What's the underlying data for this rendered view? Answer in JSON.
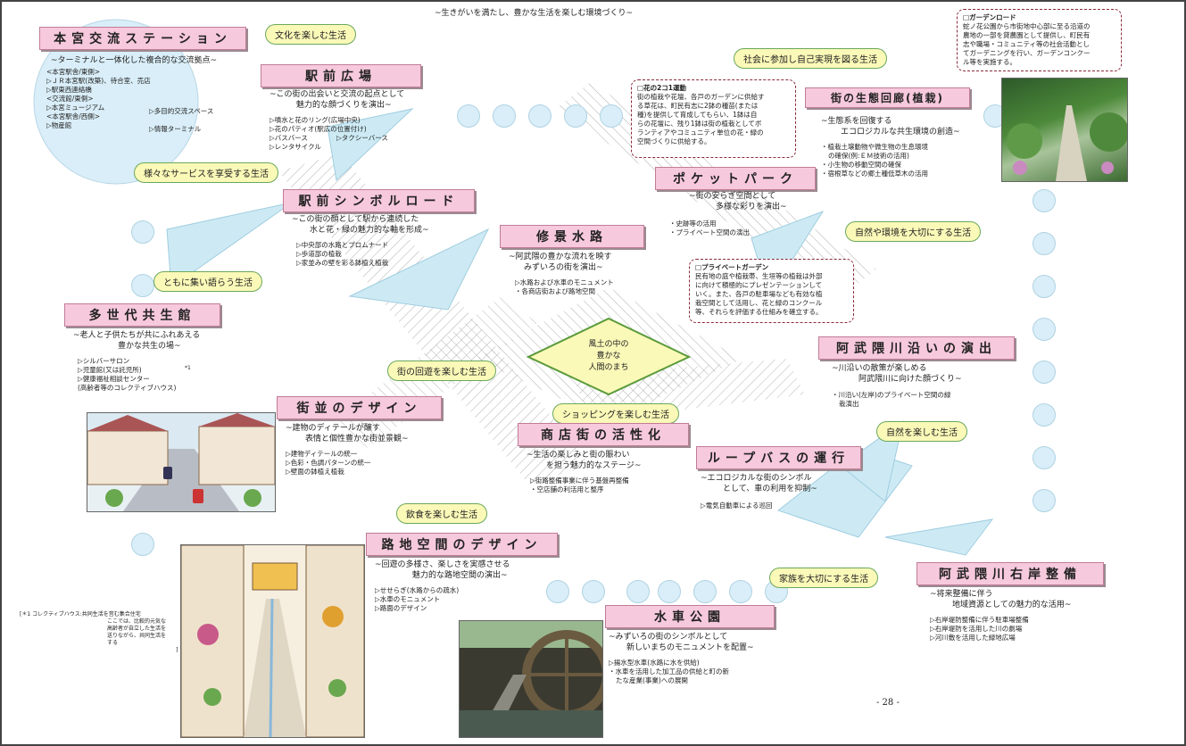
{
  "header": "~生きがいを満たし、豊かな生活を楽しむ環境づくり~",
  "page_number": "- 28 -",
  "center": {
    "line1": "風土の中の",
    "line2": "豊かな",
    "line3": "人間のまち"
  },
  "lifestyles": {
    "culture": "文化を楽しむ生活",
    "society": "社会に参加し自己実現を図る生活",
    "services": "様々なサービスを享受する生活",
    "nature_env": "自然や環境を大切にする生活",
    "gather": "ともに集い語らう生活",
    "stroll": "街の回遊を楽しむ生活",
    "shopping": "ショッピングを楽しむ生活",
    "enjoy_nature": "自然を楽しむ生活",
    "food": "飲食を楽しむ生活",
    "family": "家族を大切にする生活"
  },
  "sections": {
    "hongu": {
      "title": "本宮交流ステーション",
      "subtitle": "~ターミナルと一体化した複合的な交流拠点~",
      "items": [
        "<本宮駅舎/東側>",
        "▷ＪＲ本宮駅(改築)、待合室、売店",
        "▷駅東西連絡橋",
        "<交流館/東側>",
        "▷本宮ミュージアム",
        "<本宮駅舎/西側>",
        "▷物産館"
      ],
      "items_b": [
        "▷多目的交流スペース",
        "▷情報ターミナル"
      ]
    },
    "ekimae": {
      "title": "駅前広場",
      "subtitle1": "~この街の出会いと交流の起点として",
      "subtitle2": "魅力的な顔づくりを演出~",
      "items": [
        "▷噴水と花のリング(広場中央)",
        "▷花のパティオ(駅広の位置付け)",
        "▷バスバース",
        "▷レンタサイクル"
      ],
      "item_b": "▷タクシーバース"
    },
    "symbol": {
      "title": "駅前シンボルロード",
      "subtitle1": "~この街の顔として駅から連続した",
      "subtitle2": "水と花・緑の魅力的な軸を形成~",
      "items": [
        "▷中央部の水路とプロムナード",
        "▷歩道部の植栽",
        "▷家並みの壁を彩る鉢植え植栽"
      ]
    },
    "shukei": {
      "title": "修景水路",
      "subtitle1": "~阿武隈の豊かな流れを映す",
      "subtitle2": "みずいろの街を演出~",
      "items": [
        "▷水路および水車のモニュメント",
        "・各商店街および路地空間"
      ]
    },
    "pocket": {
      "title": "ポケットパーク",
      "subtitle1": "~街の安らぎ空間として",
      "subtitle2": "多様な彩りを演出~",
      "items": [
        "・史跡等の活用",
        "・プライベート空間の演出"
      ]
    },
    "ecology": {
      "title": "街の生態回廊(植栽)",
      "subtitle1": "~生態系を回復する",
      "subtitle2": "エコロジカルな共生環境の創造~",
      "items": [
        "・植栽土壌動物や微生物の生息環境",
        "の確保(例:ＥＭ技術の活用)",
        "・小生物の移動空間の確保",
        "・宿根草などの郷土種低草木の活用"
      ]
    },
    "tasedai": {
      "title": "多世代共生館",
      "subtitle1": "~老人と子供たちが共にふれあえる",
      "subtitle2": "豊かな共生の場~",
      "items": [
        "▷シルバーサロン",
        "▷児童館(又は託児所)",
        "▷健康福祉相談センター",
        "(高齢者等のコレクティブハウス)"
      ],
      "mark": "*1"
    },
    "machinami": {
      "title": "街並のデザイン",
      "subtitle1": "~建物のディテールが醸す",
      "subtitle2": "表情と個性豊かな街並景観~",
      "items": [
        "▷建物ディテールの統一",
        "▷色彩・色調パターンの統一",
        "▷壁面の鉢植え植栽"
      ]
    },
    "shotengai": {
      "title": "商店街の活性化",
      "subtitle1": "~生活の楽しみと街の賑わい",
      "subtitle2": "を担う魅力的なステージ~",
      "items": [
        "▷街路整備事業に伴う基盤再整備",
        "・空店舗の利活用と整序"
      ]
    },
    "loopbus": {
      "title": "ループバスの運行",
      "subtitle1": "~エコロジカルな街のシンボル",
      "subtitle2": "として、車の利用を抑制~",
      "items": [
        "▷電気自動車による巡回"
      ]
    },
    "abukuma": {
      "title": "阿武隈川沿いの演出",
      "subtitle1": "~川沿いの散策が楽しめる",
      "subtitle2": "阿武隈川に向けた顔づくり~",
      "items": [
        "・川沿い(左岸)のプライベート空間の緑",
        "栽演出"
      ]
    },
    "roji": {
      "title": "路地空間のデザイン",
      "subtitle1": "~回遊の多様さ、楽しさを実感させる",
      "subtitle2": "魅力的な路地空間の演出~",
      "items": [
        "▷せせらぎ(水路からの疏水)",
        "▷水車のモニュメント",
        "▷路面のデザイン"
      ]
    },
    "suisha": {
      "title": "水車公園",
      "subtitle1": "~みずいろの街のシンボルとして",
      "subtitle2": "新しいまちのモニュメントを配置~",
      "items": [
        "▷揚水型水車(水路に水を供給)",
        "・水車を活用した加工品の供給と町の新",
        "たな産業(事業)への展開"
      ]
    },
    "uganzen": {
      "title": "阿武隈川右岸整備",
      "subtitle1": "~将来整備に伴う",
      "subtitle2": "地域資源としての魅力的な活用~",
      "items": [
        "▷右岸堤防整備に伴う駐車場整備",
        "▷右岸堤防を活用した川の劇場",
        "▷河川敷を活用した緑地広場"
      ]
    }
  },
  "notes": {
    "hana": {
      "title": "□花の2コ1運動",
      "body": [
        "街の植栽や花壇、各戸のガーデンに供給す",
        "る草花は、町民有志に2鉢の種苗(または",
        "種)を提供して育成してもらい、1鉢は自",
        "らの花壇に、残り1鉢は街の植栽としてボ",
        "ランティアやコミュニティ単位の花・緑の",
        "空間づくりに供給する。"
      ]
    },
    "garden": {
      "title": "□ガーデンロード",
      "body": [
        "蛇ノ花公園から市街地中心部に至る沿道の",
        "農地の一部を貸農園として提供し、町民有",
        "志や職場・コミュニティ等の社会活動とし",
        "てガーデニングを行い、ガーデンコンクー",
        "ル等を実施する。"
      ]
    },
    "private": {
      "title": "□プライベートガーデン",
      "body": [
        "民有地の庭や植栽帯、生垣等の植栽は外部",
        "に向けて積極的にプレゼンテーションして",
        "いく。また、各戸の駐車場なども有効な植",
        "栽空間として活用し、花と緑のコンクール",
        "等、それらを評価する仕組みを確立する。"
      ]
    }
  },
  "footnote": {
    "head": "[＊1 コレクティブハウス:共同生活を営む集合住宅",
    "lines": [
      "ここでは、比較的元気な",
      "高齢者が自立した生活を",
      "送りながら、共同生活を",
      "する"
    ],
    "end": "]"
  }
}
